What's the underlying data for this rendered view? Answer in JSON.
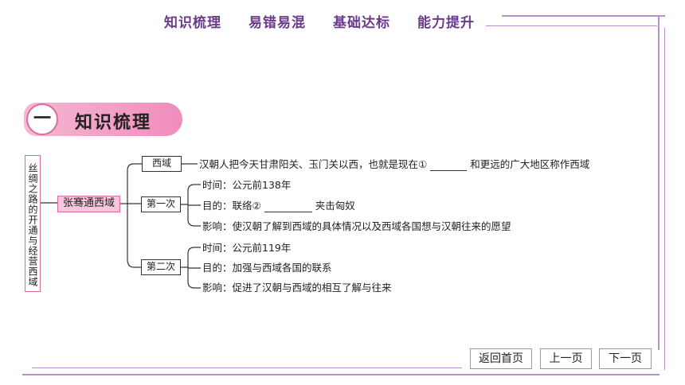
{
  "nav": {
    "items": [
      "知识梳理",
      "易错易混",
      "基础达标",
      "能力提升"
    ]
  },
  "section": {
    "number": "一",
    "title": "知识梳理"
  },
  "mindmap": {
    "root": "丝绸之路的开通与经营西域",
    "main": "张骞通西域",
    "xiyu": {
      "label": "西域",
      "text_before": "汉朝人把今天甘肃阳关、玉门关以西，也就是现在①",
      "text_after": "和更远的广大地区称作西域"
    },
    "first": {
      "label": "第一次",
      "time": "时间：公元前138年",
      "purpose_before": "目的：联络②",
      "purpose_after": "夹击匈奴",
      "impact": "影响：使汉朝了解到西域的具体情况以及西域各国想与汉朝往来的愿望"
    },
    "second": {
      "label": "第二次",
      "time": "时间：公元前119年",
      "purpose": "目的：加强与西域各国的联系",
      "impact": "影响：促进了汉朝与西域的相互了解与往来"
    }
  },
  "buttons": {
    "home": "返回首页",
    "prev": "上一页",
    "next": "下一页"
  },
  "colors": {
    "nav_text": "#6b3a8c",
    "accent_pink": "#f08cbc",
    "border_pink": "#d96ba1",
    "deco_purple": "#b88fc9"
  }
}
